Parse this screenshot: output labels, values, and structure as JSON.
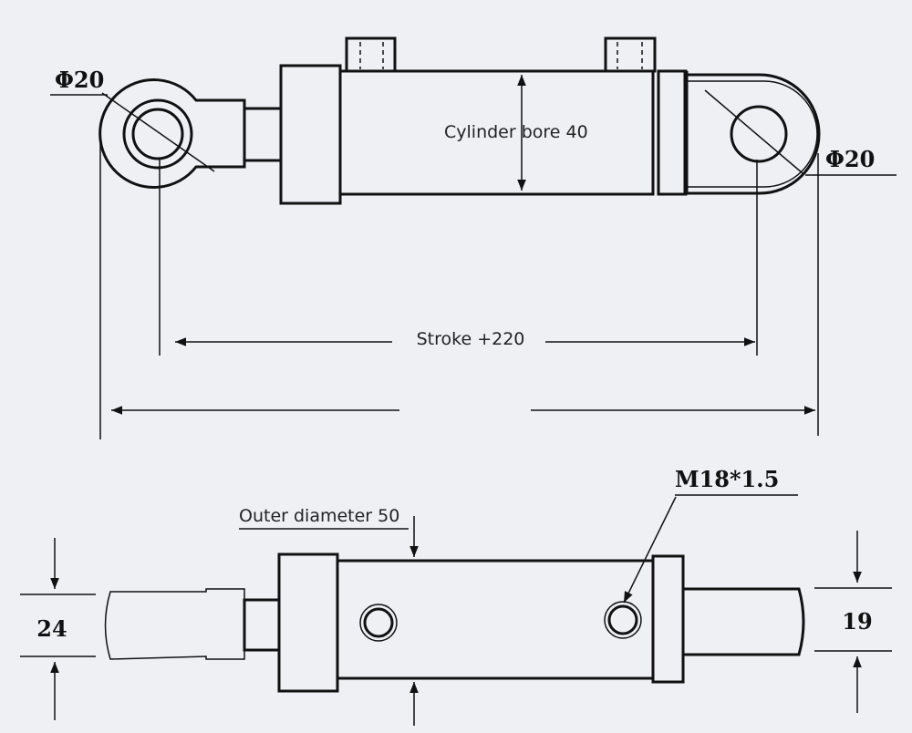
{
  "top_view": {
    "left_pin_diameter": "Φ20",
    "right_pin_diameter": "Φ20",
    "bore_label": "Cylinder bore 40",
    "stroke_label": "Stroke +220"
  },
  "bottom_view": {
    "outer_diameter_label": "Outer diameter 50",
    "port_thread_label": "M18*1.5",
    "left_dimension": "24",
    "right_dimension": "19"
  },
  "colors": {
    "background": "#eef0f4",
    "line": "#111111"
  }
}
